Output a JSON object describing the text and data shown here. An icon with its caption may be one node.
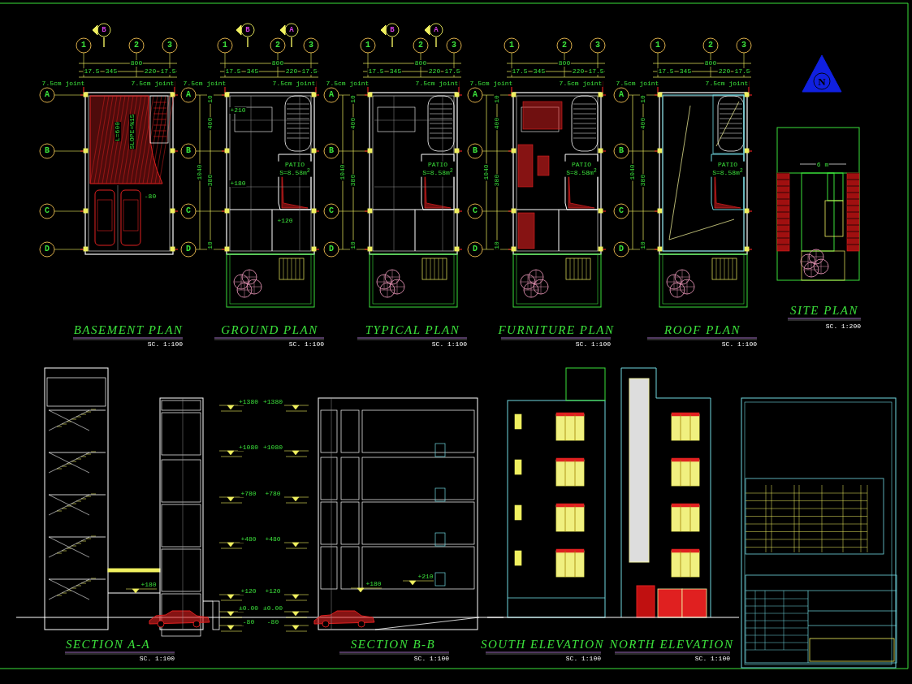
{
  "diagram": {
    "labels": [
      "B",
      "1",
      "2",
      "3",
      "800",
      "17.5",
      "345",
      "220",
      "17.5",
      "7.5cm joint",
      "7.5cm joint",
      "A",
      "B",
      "C",
      "D",
      "L=600",
      "SLOPE=%15",
      "-80",
      "BASEMENT PLAN",
      "SC. 1:100",
      "B",
      "A",
      "1",
      "2",
      "3",
      "800",
      "17.5",
      "345",
      "220",
      "17.5",
      "7.5cm joint",
      "7.5cm joint",
      "A",
      "B",
      "C",
      "D",
      "10",
      "400",
      "380",
      "10",
      "1040",
      "+210",
      "+180",
      "+120",
      "PATIO S=8.58m$^{2}$",
      "GROUND PLAN",
      "SC. 1:100",
      "B",
      "A",
      "1",
      "2",
      "3",
      "800",
      "17.5",
      "345",
      "220",
      "17.5",
      "7.5cm joint",
      "7.5cm joint",
      "A",
      "B",
      "C",
      "D",
      "10",
      "400",
      "380",
      "10",
      "1040",
      "PATIO S=8.58m$^{2}$",
      "TYPICAL PLAN",
      "SC. 1:100",
      "1",
      "2",
      "3",
      "800",
      "17.5",
      "345",
      "220",
      "17.5",
      "7.5cm joint",
      "7.5cm joint",
      "A",
      "B",
      "C",
      "D",
      "10",
      "400",
      "380",
      "10",
      "1040",
      "PATIO S=8.58m$^{2}$",
      "FURNITURE PLAN",
      "SC. 1:100",
      "1",
      "2",
      "3",
      "800",
      "17.5",
      "345",
      "220",
      "17.5",
      "7.5cm joint",
      "7.5cm joint",
      "A",
      "B",
      "C",
      "D",
      "10",
      "400",
      "380",
      "10",
      "1040",
      "PATIO S=8.58m$^{2}$",
      "ROOF PLAN",
      "SC. 1:100",
      "N",
      "6 m",
      "SITE PLAN",
      "SC. 1:200",
      "+1380",
      "+1080",
      "+780",
      "+480",
      "+120",
      "±0.00",
      "-80",
      "+1380",
      "+1080",
      "+780",
      "+480",
      "+120",
      "±0.00",
      "-80",
      "+180",
      "+180",
      "+210",
      "SECTION A-A",
      "SC. 1:100",
      "SECTION B-B",
      "SC. 1:100",
      "SOUTH ELEVATION",
      "SC. 1:100",
      "NORTH ELEVATION",
      "SC. 1:100"
    ]
  }
}
